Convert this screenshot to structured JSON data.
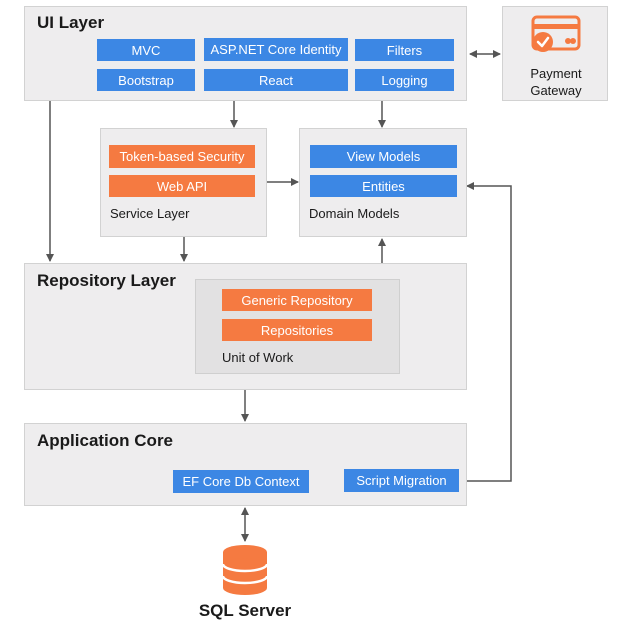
{
  "ui_layer": {
    "title": "UI Layer",
    "items": [
      "MVC",
      "ASP.NET Core Identity",
      "Filters",
      "Bootstrap",
      "React",
      "Logging"
    ]
  },
  "payment_gateway": {
    "label_line1": "Payment",
    "label_line2": "Gateway",
    "icon": "credit-card-check-icon",
    "color": "#f57a41"
  },
  "service_layer": {
    "title": "Service Layer",
    "items": [
      "Token-based Security",
      "Web API"
    ]
  },
  "domain_models": {
    "title": "Domain Models",
    "items": [
      "View Models",
      "Entities"
    ]
  },
  "repository_layer": {
    "title": "Repository Layer",
    "unit_of_work": {
      "title": "Unit of Work",
      "items": [
        "Generic Repository",
        "Repositories"
      ]
    }
  },
  "application_core": {
    "title": "Application Core",
    "items": [
      "EF Core Db Context",
      "Script Migration"
    ]
  },
  "database": {
    "label": "SQL Server",
    "icon": "database-icon",
    "color": "#f57a41"
  },
  "colors": {
    "blue_chip": "#3c87e4",
    "orange_chip": "#f57a41",
    "panel": "#eeedee",
    "arrow": "#555555"
  }
}
